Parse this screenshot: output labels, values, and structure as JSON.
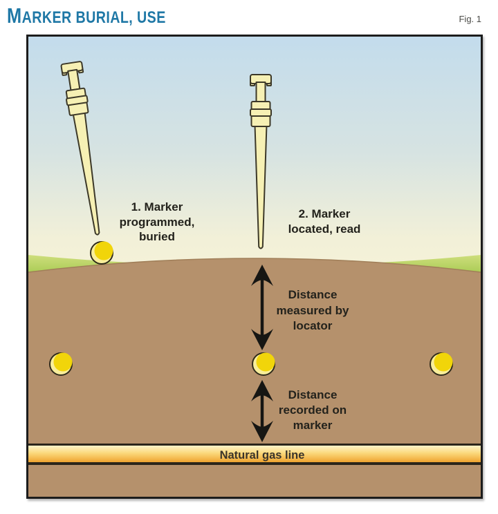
{
  "header": {
    "title_initial": "M",
    "title_rest": "ARKER BURIAL, USE",
    "fig_label": "Fig. 1"
  },
  "diagram": {
    "step1_label": {
      "line1": "1. Marker",
      "line2": "programmed,",
      "line3": "buried"
    },
    "step2_label": {
      "line1": "2. Marker",
      "line2": "located, read"
    },
    "distance_measured_label": {
      "line1": "Distance",
      "line2": "measured by",
      "line3": "locator"
    },
    "distance_recorded_label": {
      "line1": "Distance",
      "line2": "recorded on",
      "line3": "marker"
    },
    "gas_line_label": "Natural gas line",
    "colors": {
      "title_blue": "#1f78a6",
      "sky_top": "#c3dcec",
      "sky_bottom": "#f8f5da",
      "soil_brown": "#b5916c",
      "grass_green": "#9cc846",
      "marker_yellow": "#f1d50a",
      "marker_highlight": "#f8ee9b",
      "wand_fill": "#f6f0b4",
      "wand_outline": "#3c3828",
      "gas_band_top": "#fdf3c9",
      "gas_band_bottom": "#efa32f",
      "arrow_black": "#161613",
      "label_text": "#23221c"
    }
  }
}
